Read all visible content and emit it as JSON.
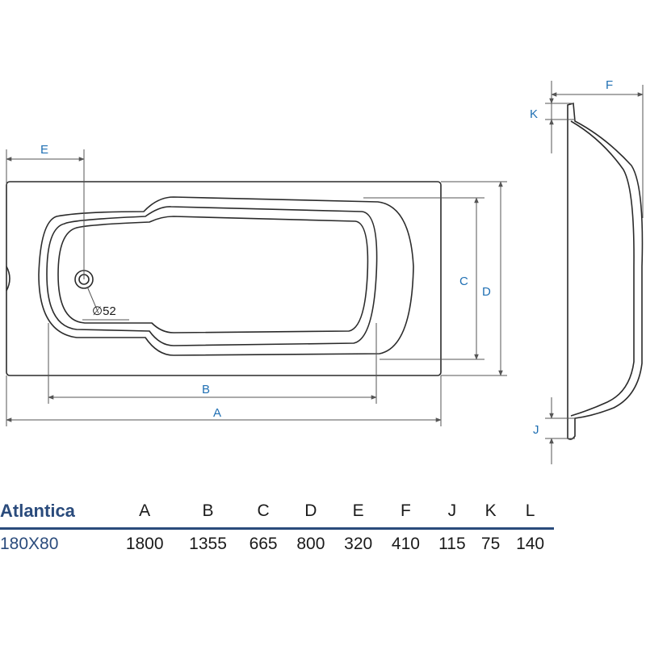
{
  "colors": {
    "outline": "#2b2b2b",
    "dimension": "#555555",
    "label_blue": "#1f6fb3",
    "table_header": "#2a4b7c"
  },
  "drawing": {
    "labels": {
      "A": "A",
      "B": "B",
      "C": "C",
      "D": "D",
      "E": "E",
      "F": "F",
      "J": "J",
      "K": "K"
    },
    "drain_note": "∅52"
  },
  "table": {
    "headers": [
      "Atlantica",
      "A",
      "B",
      "C",
      "D",
      "E",
      "F",
      "J",
      "K",
      "L"
    ],
    "rows": [
      [
        "180X80",
        "1800",
        "1355",
        "665",
        "800",
        "320",
        "410",
        "115",
        "75",
        "140"
      ]
    ]
  }
}
